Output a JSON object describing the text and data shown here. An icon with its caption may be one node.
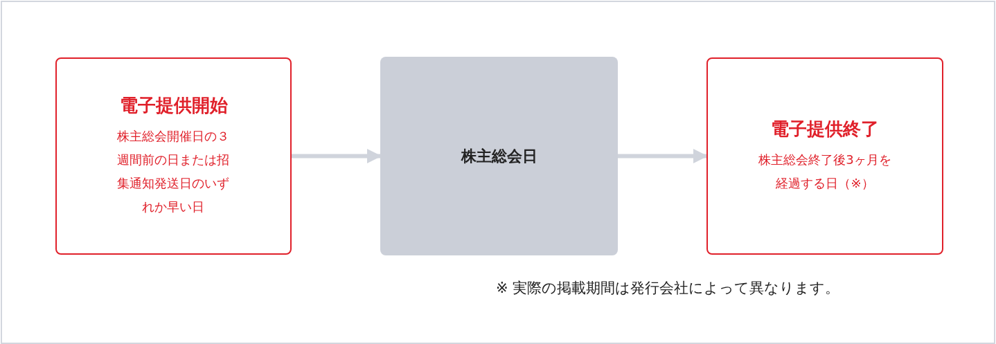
{
  "diagram": {
    "nodes": [
      {
        "text": [
          "電子提供開始",
          "株主総会開催日の３週間前の日または招集通知発送日のいずれか早い日"
        ]
      },
      {
        "text": [
          "株主総会日"
        ]
      },
      {
        "text": [
          "電子提供終了",
          "株主総会終了後3ヶ月を経過する日（※）"
        ]
      }
    ],
    "edges": [
      {
        "from": 0,
        "to": 1,
        "arrow": "to"
      },
      {
        "from": 1,
        "to": 2,
        "arrow": "to"
      }
    ],
    "labels": [
      "※ 実際の掲載期間は発行会社によって異なります。"
    ]
  }
}
